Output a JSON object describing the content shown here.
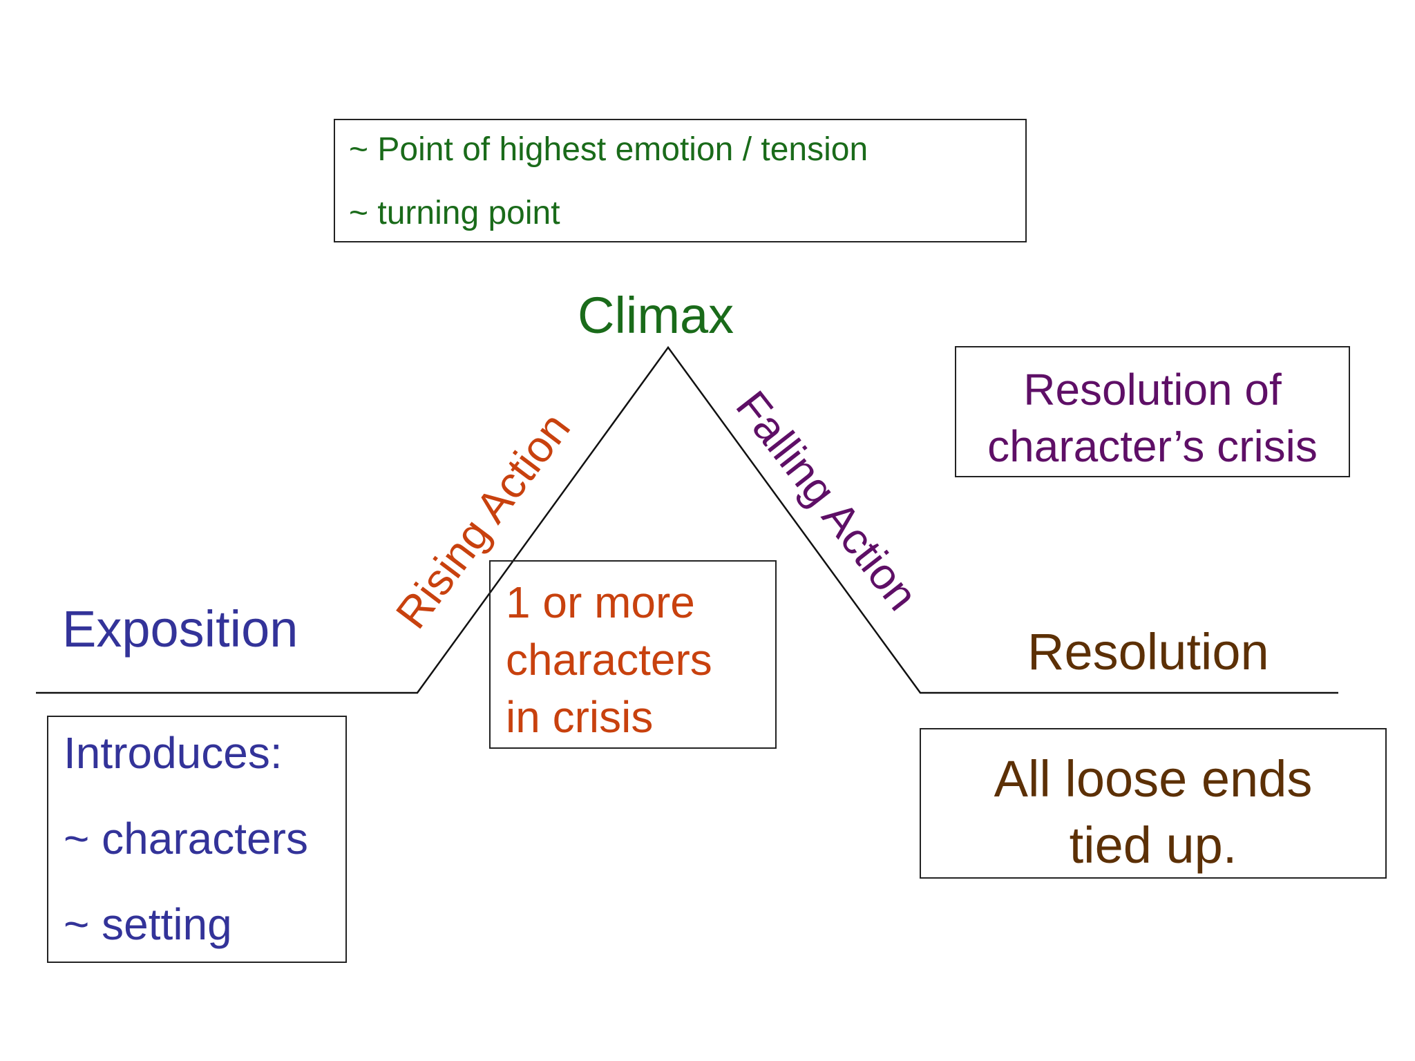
{
  "climax_note": {
    "lines": [
      "~ Point of highest emotion / tension",
      "~ turning point"
    ],
    "color": "#1a6b1a"
  },
  "climax": {
    "label": "Climax",
    "color": "#1a6b1a"
  },
  "rising_action": {
    "label": "Rising Action",
    "color": "#c8410e"
  },
  "falling_action": {
    "label": "Falling Action",
    "color": "#5e0f66"
  },
  "crisis_resolution": {
    "lines": [
      "Resolution of",
      "character’s crisis"
    ],
    "color": "#5e0f66"
  },
  "exposition": {
    "label": "Exposition",
    "color": "#333399"
  },
  "resolution": {
    "label": "Resolution",
    "color": "#5c3006"
  },
  "crisis_box": {
    "lines": [
      "1 or more",
      "characters",
      "in crisis"
    ],
    "color": "#c8410e"
  },
  "introduces": {
    "lines": [
      "Introduces:",
      "~ characters",
      "~ setting"
    ],
    "color": "#333399"
  },
  "loose_ends": {
    "lines": [
      "All loose ends",
      "tied up."
    ],
    "color": "#5c3006"
  },
  "line_color": "#111111"
}
